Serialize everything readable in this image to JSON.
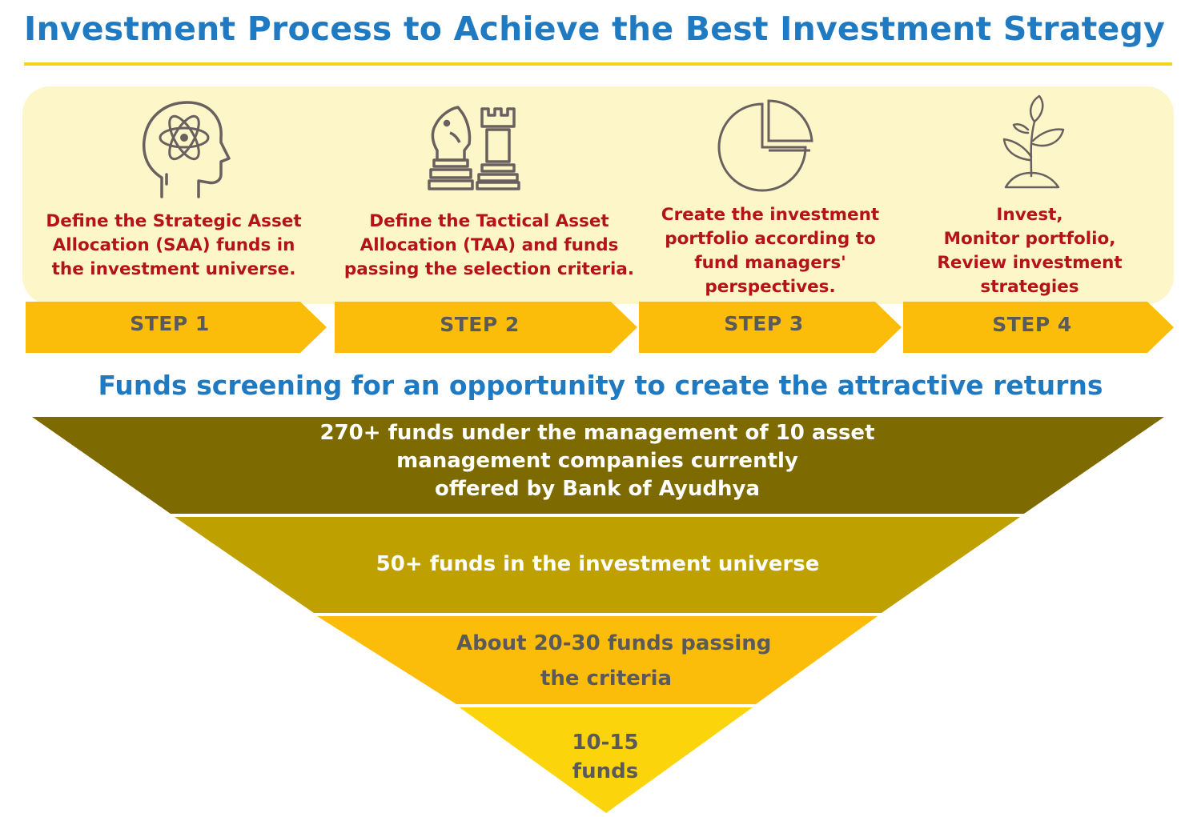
{
  "title": "Investment Process to Achieve the Best Investment Strategy",
  "colors": {
    "title_blue": "#1f7ac2",
    "accent_yellow": "#f7d21a",
    "step_text_red": "#b5121b",
    "arrow_yellow": "#fbbd0a",
    "panel_cream": "#fdf6c8",
    "funnel_level_1": "#7d6a00",
    "funnel_level_2": "#bea000",
    "funnel_level_3": "#fbbd0a",
    "funnel_level_4": "#fcd40c"
  },
  "steps": [
    {
      "icon": "head-atom-icon",
      "label": "STEP 1",
      "lines": [
        "Define the Strategic Asset",
        "Allocation (SAA) funds in",
        "the investment universe."
      ]
    },
    {
      "icon": "chess-pieces-icon",
      "label": "STEP 2",
      "lines": [
        "Define the Tactical Asset",
        "Allocation (TAA) and funds",
        "passing the selection criteria."
      ]
    },
    {
      "icon": "pie-chart-icon",
      "label": "STEP 3",
      "lines": [
        "Create the investment",
        "portfolio according to",
        "fund managers'",
        "perspectives."
      ]
    },
    {
      "icon": "plant-sprout-icon",
      "label": "STEP 4",
      "lines": [
        "Invest,",
        "Monitor portfolio,",
        "Review investment",
        "strategies"
      ]
    }
  ],
  "funnel": {
    "heading": "Funds screening for an opportunity to create the attractive returns",
    "levels": [
      {
        "lines": [
          "270+ funds under the management of 10 asset",
          "management companies currently",
          "offered by Bank of Ayudhya"
        ]
      },
      {
        "lines": [
          "50+ funds in the investment universe"
        ]
      },
      {
        "lines": [
          "About 20-30 funds passing",
          "the criteria"
        ]
      },
      {
        "lines": [
          "10-15",
          "funds"
        ]
      }
    ]
  }
}
